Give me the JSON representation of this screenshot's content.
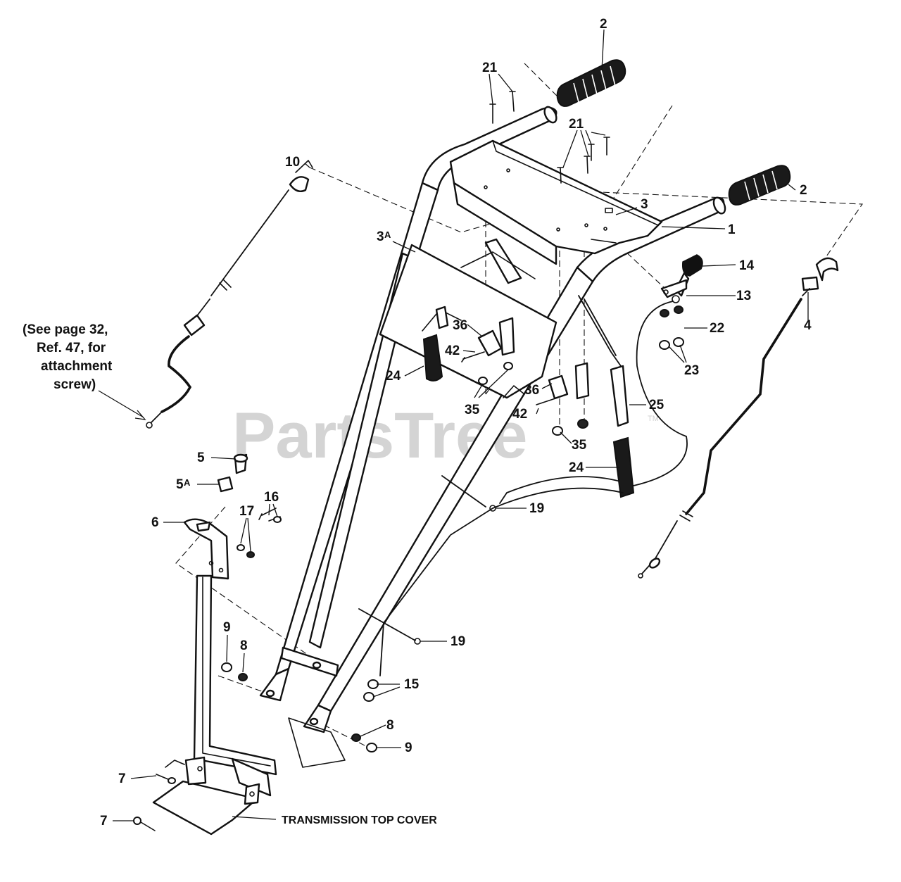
{
  "watermark": {
    "text": "PartsTree",
    "tm": "TM"
  },
  "note": {
    "lines": [
      "(See page 32,",
      "Ref. 47, for",
      "attachment",
      "screw)"
    ]
  },
  "caption": "TRANSMISSION TOP COVER",
  "callouts": {
    "c2a": "2",
    "c2b": "2",
    "c21a": "21",
    "c21b": "21",
    "c10": "10",
    "c3": "3",
    "c3a": "3",
    "c3a_sup": "A",
    "c1": "1",
    "c14": "14",
    "c13": "13",
    "c4": "4",
    "c22": "22",
    "c23": "23",
    "c36a": "36",
    "c42a": "42",
    "c24a": "24",
    "c35a": "35",
    "c36b": "36",
    "c42b": "42",
    "c25": "25",
    "c35b": "35",
    "c24b": "24",
    "c5": "5",
    "c5a": "5",
    "c5a_sup": "A",
    "c16": "16",
    "c17": "17",
    "c6": "6",
    "c19a": "19",
    "c19b": "19",
    "c9a": "9",
    "c8a": "8",
    "c15": "15",
    "c8b": "8",
    "c9b": "9",
    "c7a": "7",
    "c7b": "7"
  }
}
